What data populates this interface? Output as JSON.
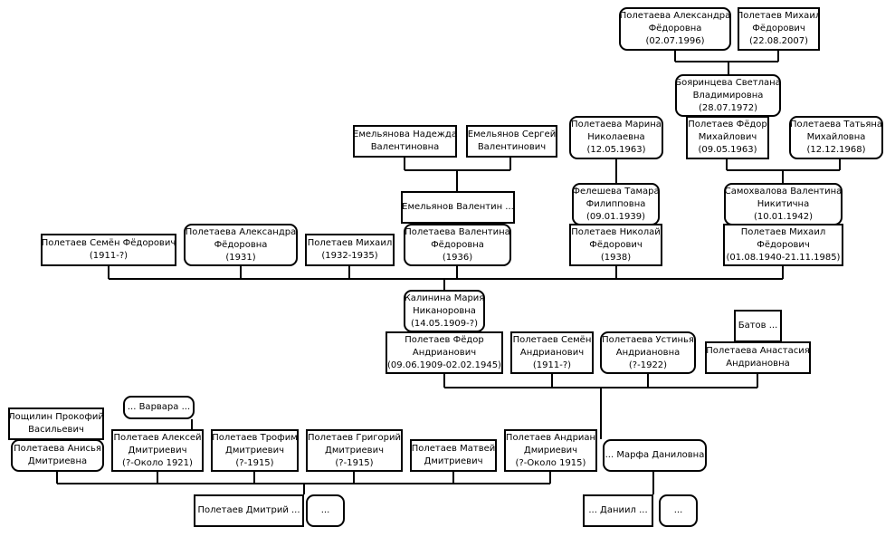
{
  "nodes": [
    {
      "id": "alexandra_b1996",
      "lines": [
        "Полетаева Александра",
        "Фёдоровна",
        "(02.07.1996)"
      ]
    },
    {
      "id": "mikhail_b2007",
      "lines": [
        "Полетаев Михаил",
        "Фёдорович",
        "(22.08.2007)"
      ]
    },
    {
      "id": "boyarintseva",
      "lines": [
        "Бояринцева Светлана",
        "Владимировна",
        "(28.07.1972)"
      ]
    },
    {
      "id": "emelyanova_nadezhda",
      "lines": [
        "Емельянова Надежда",
        "Валентиновна"
      ]
    },
    {
      "id": "emelyanov_sergey",
      "lines": [
        "Емельянов Сергей",
        "Валентинович"
      ]
    },
    {
      "id": "marina",
      "lines": [
        "Полетаева Марина",
        "Николаевна",
        "(12.05.1963)"
      ]
    },
    {
      "id": "fedor_1963",
      "lines": [
        "Полетаев Фёдор",
        "Михайлович",
        "(09.05.1963)"
      ]
    },
    {
      "id": "tatyana",
      "lines": [
        "Полетаева Татьяна",
        "Михайловна",
        "(12.12.1968)"
      ]
    },
    {
      "id": "emelyanov_valentin",
      "lines": [
        "Емельянов Валентин ..."
      ]
    },
    {
      "id": "feleshova",
      "lines": [
        "Фелешева Тамара",
        "Филипповна",
        "(09.01.1939)"
      ]
    },
    {
      "id": "samokhvalova",
      "lines": [
        "Самохвалова Валентина",
        "Никитична",
        "(10.01.1942)"
      ]
    },
    {
      "id": "semyon_1911_f",
      "lines": [
        "Полетаев Семён Фёдорович",
        "(1911-?)"
      ]
    },
    {
      "id": "alexandra_1931",
      "lines": [
        "Полетаева Александра",
        "Фёдоровна",
        "(1931)"
      ]
    },
    {
      "id": "mikhail_1932",
      "lines": [
        "Полетаев Михаил",
        "(1932-1935)"
      ]
    },
    {
      "id": "valentina_1936",
      "lines": [
        "Полетаева Валентина",
        "Фёдоровна",
        "(1936)"
      ]
    },
    {
      "id": "nikolay_1938",
      "lines": [
        "Полетаев Николай",
        "Фёдорович",
        "(1938)"
      ]
    },
    {
      "id": "mikhail_1940",
      "lines": [
        "Полетаев Михаил",
        "Фёдорович",
        "(01.08.1940-21.11.1985)"
      ]
    },
    {
      "id": "kalinina",
      "lines": [
        "Калинина Мария",
        "Никаноровна",
        "(14.05.1909-?)"
      ]
    },
    {
      "id": "batov",
      "lines": [
        "Батов ..."
      ]
    },
    {
      "id": "fedor_1909",
      "lines": [
        "Полетаев Фёдор",
        "Андрианович",
        "(09.06.1909-02.02.1945)"
      ]
    },
    {
      "id": "semyon_1911_a",
      "lines": [
        "Полетаев Семён",
        "Андрианович",
        "(1911-?)"
      ]
    },
    {
      "id": "ustinya",
      "lines": [
        "Полетаева Устинья",
        "Андриановна",
        "(?-1922)"
      ]
    },
    {
      "id": "anastasia",
      "lines": [
        "Полетаева Анастасия",
        "Андриановна"
      ]
    },
    {
      "id": "varvara",
      "lines": [
        "... Варвара ..."
      ]
    },
    {
      "id": "loshchilin",
      "lines": [
        "Лощилин Прокофий",
        "Васильевич"
      ]
    },
    {
      "id": "anisya",
      "lines": [
        "Полетаева Анисья",
        "Дмитриевна"
      ]
    },
    {
      "id": "aleksey",
      "lines": [
        "Полетаев Алексей",
        "Дмитриевич",
        "(?-Около 1921)"
      ]
    },
    {
      "id": "trofim",
      "lines": [
        "Полетаев Трофим",
        "Дмитриевич",
        "(?-1915)"
      ]
    },
    {
      "id": "grigoriy",
      "lines": [
        "Полетаев Григорий",
        "Дмитриевич",
        "(?-1915)"
      ]
    },
    {
      "id": "matvey",
      "lines": [
        "Полетаев Матвей",
        "Дмитриевич"
      ]
    },
    {
      "id": "andrian",
      "lines": [
        "Полетаев Андриан",
        "Дмириевич",
        "(?-Около 1915)"
      ]
    },
    {
      "id": "marfa",
      "lines": [
        "... Марфа Даниловна"
      ]
    },
    {
      "id": "dmitriy",
      "lines": [
        "Полетаев Дмитрий ..."
      ]
    },
    {
      "id": "dmitriy_wife",
      "lines": [
        "..."
      ]
    },
    {
      "id": "daniil",
      "lines": [
        "... Даниил ..."
      ]
    },
    {
      "id": "daniil_wife",
      "lines": [
        "..."
      ]
    }
  ]
}
